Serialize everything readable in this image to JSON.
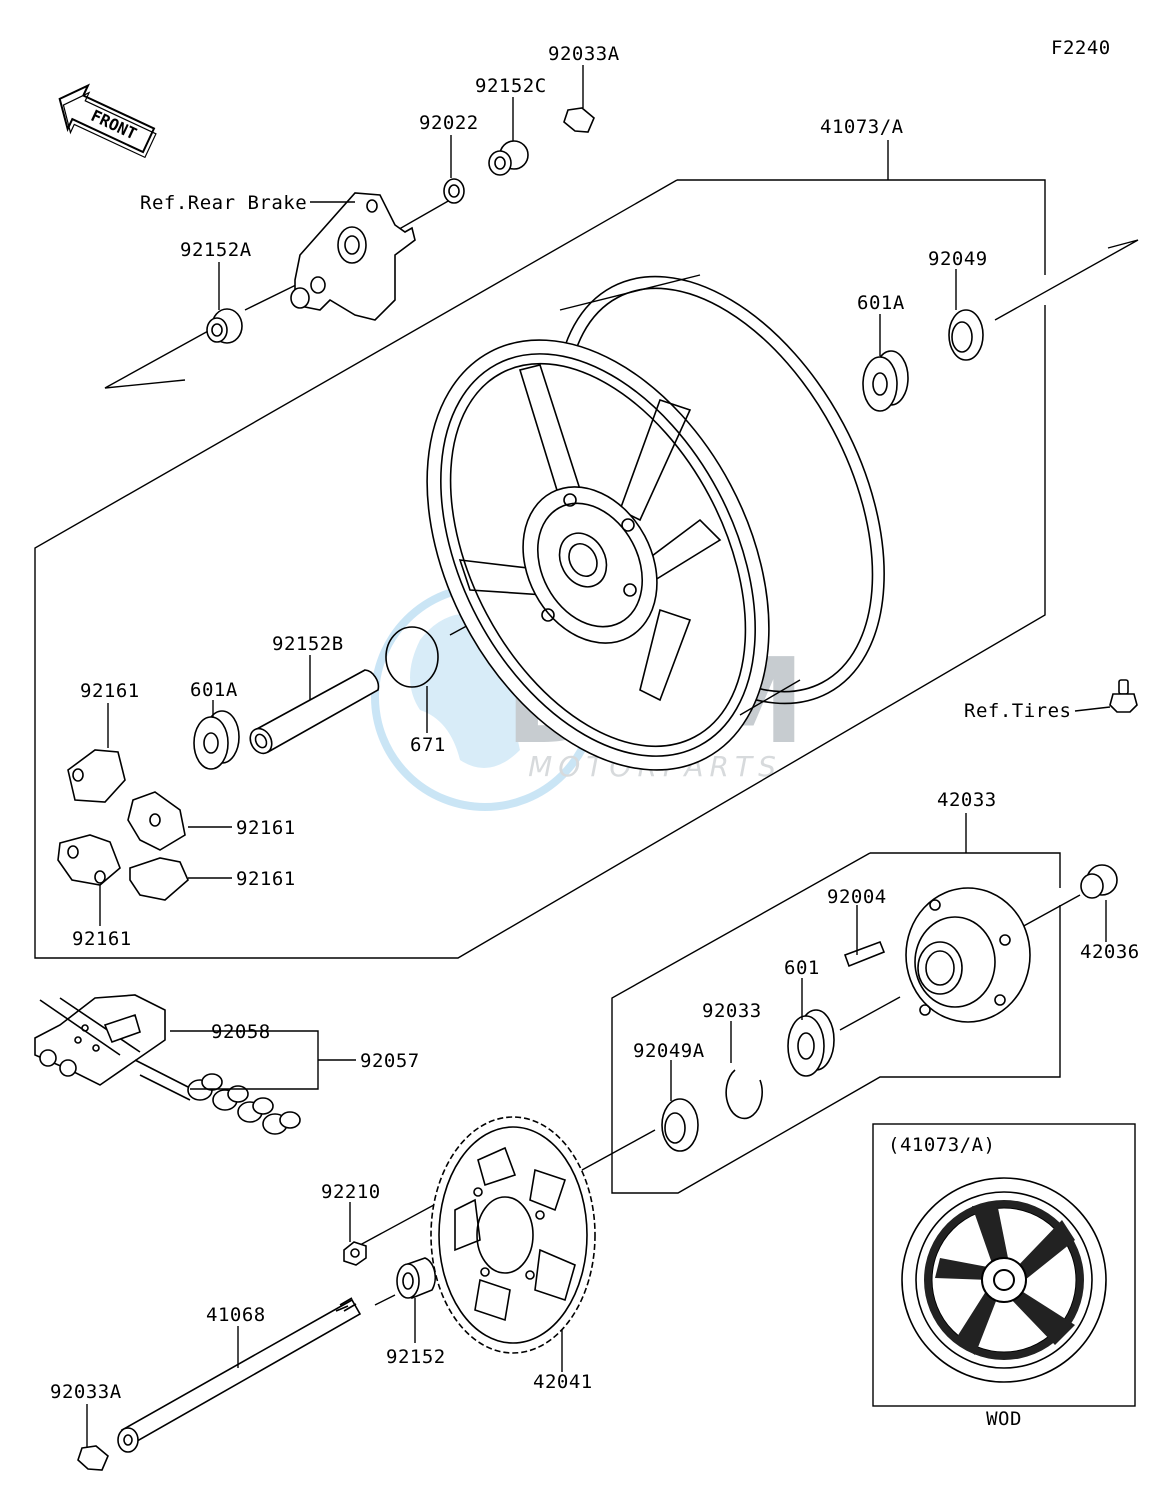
{
  "figure_id": "F2240",
  "front_label": "FRONT",
  "watermark": {
    "brand": "DSM",
    "sub": "MOTORPARTS"
  },
  "refs": {
    "rear_brake": "Ref.Rear Brake",
    "tires": "Ref.Tires"
  },
  "parts": {
    "p92033A_top": "92033A",
    "p92152C": "92152C",
    "p92022": "92022",
    "p41073A": "41073/A",
    "p92152A": "92152A",
    "p92049": "92049",
    "p601A_right": "601A",
    "p92152B": "92152B",
    "p601A_left": "601A",
    "p671": "671",
    "p92161_a": "92161",
    "p92161_b": "92161",
    "p92161_c": "92161",
    "p92161_d": "92161",
    "p42033": "42033",
    "p92004": "92004",
    "p42036": "42036",
    "p601": "601",
    "p92033": "92033",
    "p92049A": "92049A",
    "p92058": "92058",
    "p92057": "92057",
    "p92210": "92210",
    "p41068": "41068",
    "p92152": "92152",
    "p42041": "42041",
    "p92033A_bottom": "92033A"
  },
  "inset": {
    "title": "(41073/A)",
    "caption": "WOD"
  }
}
